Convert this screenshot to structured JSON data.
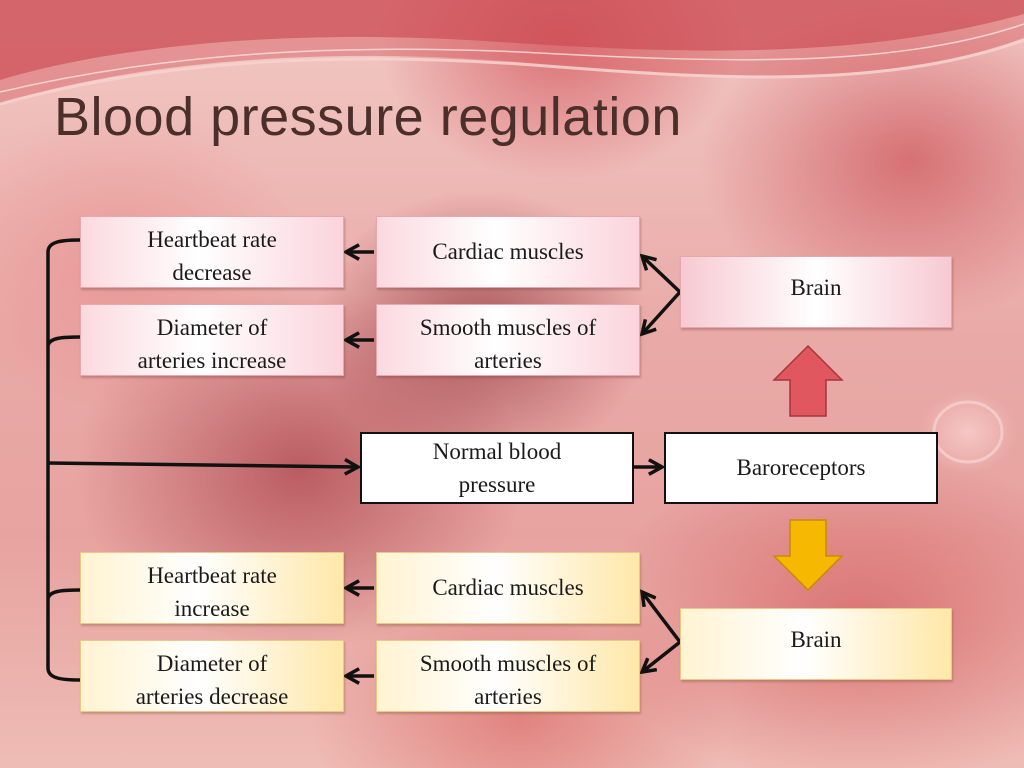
{
  "slide": {
    "title": "Blood pressure regulation"
  },
  "diagram": {
    "high_pressure_branch": {
      "effect_heart": [
        "Heartbeat rate",
        "decrease"
      ],
      "effect_arteries": [
        "Diameter of",
        "arteries increase"
      ],
      "cardiac": "Cardiac muscles",
      "smooth": [
        "Smooth muscles of",
        "arteries"
      ],
      "brain": "Brain",
      "color": "#fde0e6"
    },
    "center": {
      "normal": [
        "Normal blood",
        "pressure"
      ],
      "baroreceptors": "Baroreceptors"
    },
    "low_pressure_branch": {
      "effect_heart": [
        "Heartbeat rate",
        "increase"
      ],
      "effect_arteries": [
        "Diameter of",
        "arteries decrease"
      ],
      "cardiac": "Cardiac muscles",
      "smooth": [
        "Smooth muscles of",
        "arteries"
      ],
      "brain": "Brain",
      "color": "#fff1c8"
    },
    "arrows": {
      "up_arrow_color": "#e0575f",
      "down_arrow_color": "#f6b800"
    }
  }
}
